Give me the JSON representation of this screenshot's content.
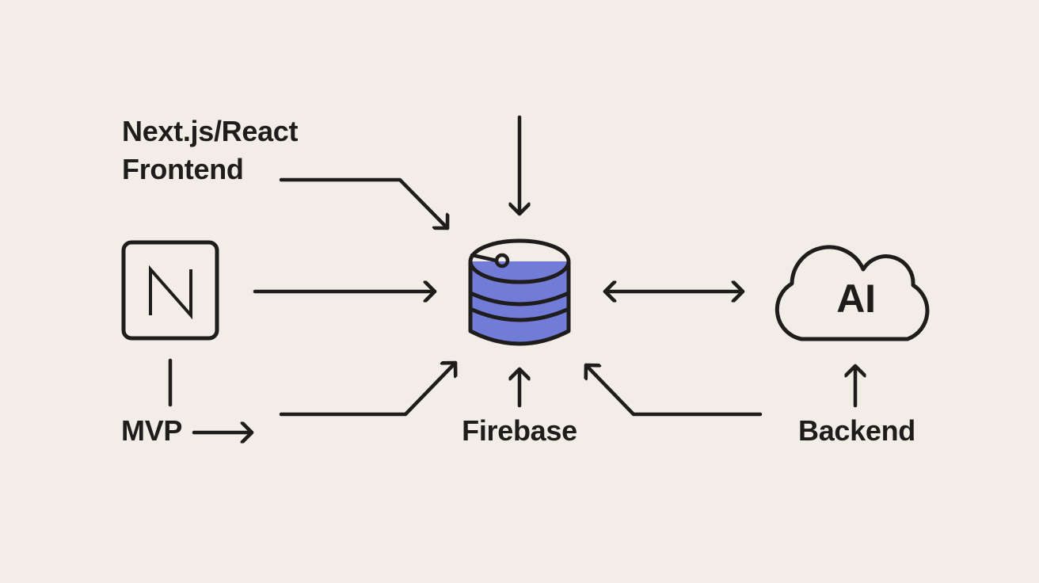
{
  "canvas": {
    "background_color": "#F2EDE6",
    "ink_color": "#1F1D1B",
    "database_fill_color": "#707CD8"
  },
  "labels": {
    "frontend": "Next.js/React\nFrontend",
    "mvp": "MVP",
    "firebase": "Firebase",
    "backend": "Backend",
    "ai": "AI",
    "nextjs_letter": "N"
  },
  "icons": {
    "nextjs": "n-square-icon",
    "firebase": "database-icon",
    "ai": "cloud-icon"
  },
  "arrows": {
    "frontend_to_database": "elbow arrow from Frontend label down-right into database",
    "top_into_database": "straight arrow pointing down into database",
    "nextjs_to_database": "straight arrow from N box right into database",
    "database_cloud": "bidirectional arrow between database and AI cloud",
    "nextjs_to_mvp": "plain line from N box down to MVP label",
    "mvp_right": "short arrow pointing right from MVP label",
    "bottom_left_to_database": "elbow arrow from lower left up-right into database",
    "firebase_up": "arrow from Firebase label up into database",
    "right_to_database": "elbow arrow from lower right up-left into database",
    "backend_to_cloud": "arrow from Backend label up toward AI cloud"
  }
}
